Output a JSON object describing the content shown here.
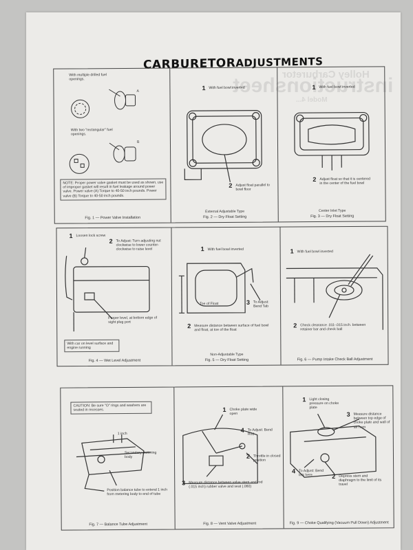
{
  "document": {
    "title_part1": "CARBURETOR",
    "title_part2": "ADJUSTMENTS",
    "bleed_through": [
      "instructionsheet",
      "Holley Carburetor",
      "Model 4..."
    ],
    "sections": [
      {
        "figures": [
          {
            "caption": "Fig. 1 — Power Valve Installation",
            "labels": [
              "With multiple drilled fuel openings.",
              "A",
              "With two \"rectangular\" fuel openings.",
              "B"
            ],
            "note": "NOTE: Proper power valve gasket must be used as shown, use of improper gasket will result in fuel leakage around power valve. Power valve (A) Torque to 40-50 inch pounds. Power valve (B) Torque to 40-50 inch pounds."
          },
          {
            "caption": "Fig. 2 — Dry Float Setting",
            "subcaption": "External Adjustable Type",
            "steps": [
              {
                "n": "1",
                "text": "With fuel bowl inverted"
              },
              {
                "n": "2",
                "text": "Adjust float parallel to bowl floor"
              }
            ]
          },
          {
            "caption": "Fig. 3 — Dry Float Setting",
            "subcaption": "Center Inlet Type",
            "steps": [
              {
                "n": "1",
                "text": "With fuel bowl inverted"
              },
              {
                "n": "2",
                "text": "Adjust float so that it is centered in the center of the fuel bowl"
              }
            ]
          }
        ]
      },
      {
        "figures": [
          {
            "caption": "Fig. 4 — Wet Level Adjustment",
            "steps": [
              {
                "n": "1",
                "text": "Loosen lock screw"
              },
              {
                "n": "2",
                "text": "To Adjust: Turn adjusting nut clockwise to lower counter-clockwise to raise level"
              }
            ],
            "labels": [
              "Proper level, at bottom edge of sight plug port"
            ],
            "note": "With car on level surface and engine running"
          },
          {
            "caption": "Fig. 5 — Dry Float Setting",
            "subcaption": "Non-Adjustable Type",
            "steps": [
              {
                "n": "1",
                "text": "With fuel bowl inverted"
              },
              {
                "n": "3",
                "text": "To Adjust: Bend Tab"
              },
              {
                "n": "2",
                "text": "Measure distance between surface of fuel bowl and float, at toe of the float"
              }
            ],
            "labels": [
              "Toe of Float"
            ]
          },
          {
            "caption": "Fig. 6 — Pump Intake Check Ball Adjustment",
            "steps": [
              {
                "n": "1",
                "text": "With fuel bowl inverted"
              },
              {
                "n": "2",
                "text": "Check clearance .011-.015 inch. between retainer bar and check ball"
              }
            ]
          }
        ]
      },
      {
        "figures": [
          {
            "caption": "Fig. 7 — Balance Tube Adjustment",
            "note": "CAUTION: Be sure \"O\" rings and washers are seated in recesses.",
            "labels": [
              "1 inch",
              "Secondary metering body",
              "Position balance tube to extend 1 inch from metering body to end of tube"
            ]
          },
          {
            "caption": "Fig. 8 — Vent Valve Adjustment",
            "steps": [
              {
                "n": "1",
                "text": "Choke plate wide open"
              },
              {
                "n": "4",
                "text": "To Adjust: Bend Rod"
              },
              {
                "n": "2",
                "text": "Throttle in closed position"
              },
              {
                "n": "3",
                "text": "Measure distance between valve stem and rod (.015 inch) rubber valve and seat (.060)"
              }
            ]
          },
          {
            "caption": "Fig. 9 — Choke Qualifying (Vacuum Pull Down) Adjustment",
            "steps": [
              {
                "n": "1",
                "text": "Light closing pressure on choke plate"
              },
              {
                "n": "3",
                "text": "Measure distance between top edge of choke plate and wall of air horn"
              },
              {
                "n": "4",
                "text": "To Adjust: Bend link here"
              },
              {
                "n": "2",
                "text": "Depress stem and diaphragm to the limit of its travel"
              }
            ]
          }
        ]
      }
    ]
  }
}
